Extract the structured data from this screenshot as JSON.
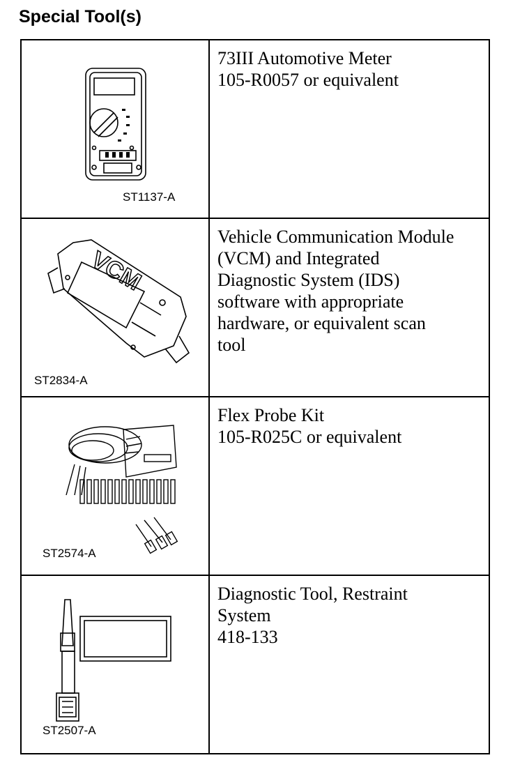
{
  "heading": "Special Tool(s)",
  "tools": [
    {
      "code": "ST1137-A",
      "image_icon": "multimeter-icon",
      "description": [
        "73III Automotive Meter",
        "105-R0057 or equivalent"
      ]
    },
    {
      "code": "ST2834-A",
      "image_icon": "vcm-module-icon",
      "vcm_label": "VCM",
      "description": [
        "Vehicle Communication Module",
        "(VCM) and Integrated",
        "Diagnostic System (IDS)",
        "software with appropriate",
        "hardware, or equivalent scan",
        "tool"
      ]
    },
    {
      "code": "ST2574-A",
      "image_icon": "flex-probe-kit-icon",
      "description": [
        "Flex Probe Kit",
        "105-R025C or equivalent"
      ]
    },
    {
      "code": "ST2507-A",
      "image_icon": "restraint-diagnostic-tool-icon",
      "description": [
        "Diagnostic Tool, Restraint",
        "System",
        "418-133"
      ]
    }
  ]
}
